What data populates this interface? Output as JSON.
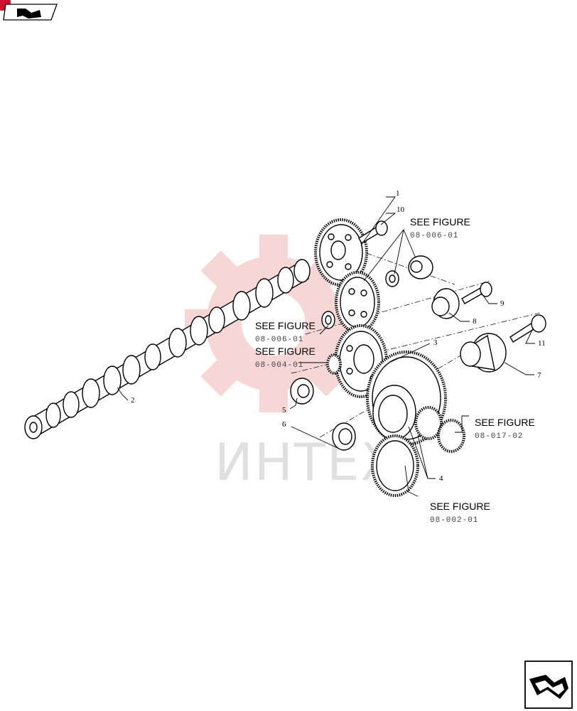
{
  "watermark": "ИНТЕХ",
  "see_figure_label": "SEE FIGURE",
  "callouts": [
    {
      "ref": "08-006-01"
    },
    {
      "ref": "08-006-01"
    },
    {
      "ref": "08-004-01"
    },
    {
      "ref": "08-017-02"
    },
    {
      "ref": "08-002-01"
    }
  ],
  "part_numbers": [
    "1",
    "2",
    "3",
    "4",
    "5",
    "6",
    "7",
    "8",
    "9",
    "10",
    "11"
  ],
  "icons": {
    "top_nav": "back-arrow-icon",
    "bottom_nav": "next-arrow-icon"
  },
  "colors": {
    "watermark_gear": "#f5c9c9",
    "watermark_text": "#e0e0e0",
    "nav_dot": "#d0102a"
  }
}
